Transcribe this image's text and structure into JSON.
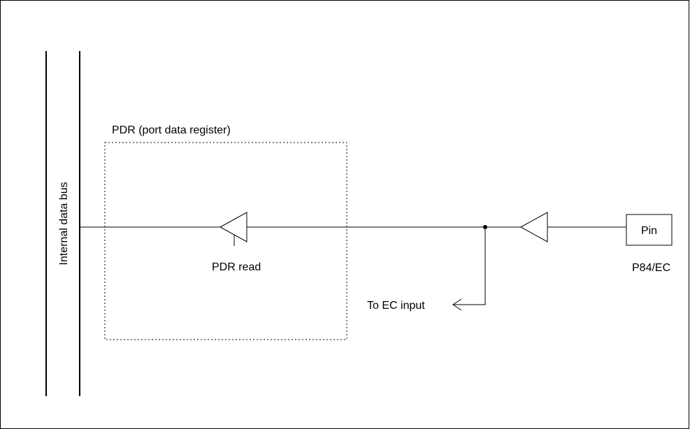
{
  "diagram": {
    "register_label": "PDR (port data register)",
    "bus_label": "Internal data bus",
    "read_label": "PDR read",
    "ec_input_label": "To EC input",
    "pin_label": "Pin",
    "pin_name": "P84/EC"
  },
  "colors": {
    "line": "#000000",
    "background": "#ffffff"
  }
}
